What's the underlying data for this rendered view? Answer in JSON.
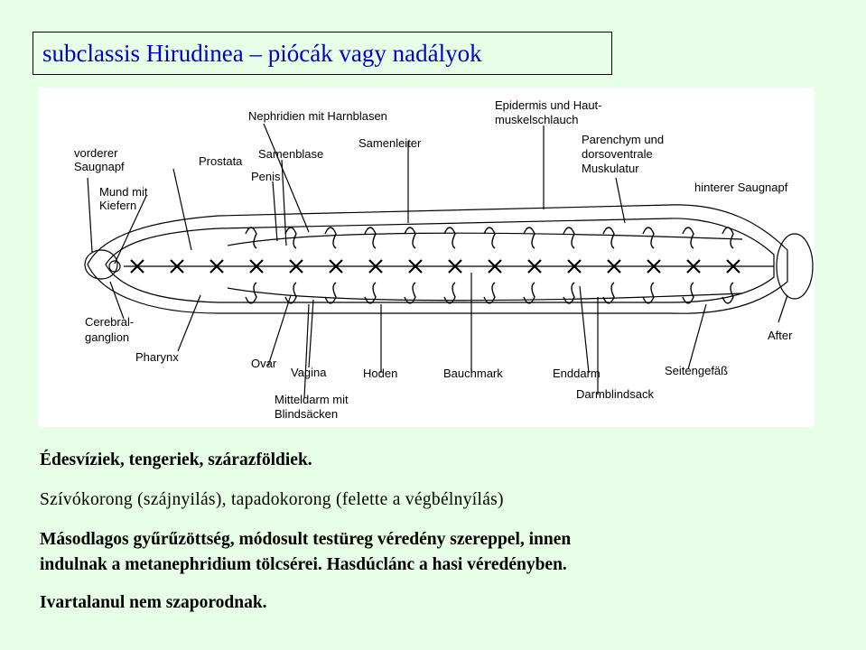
{
  "title": "subclassis Hirudinea – piócák vagy nadályok",
  "diagram_labels": {
    "vorderer": "vorderer",
    "saugnapf": "Saugnapf",
    "prostata": "Prostata",
    "nephridien": "Nephridien mit Harnblasen",
    "samenblase": "Samenblase",
    "penis": "Penis",
    "samenleiter": "Samenleiter",
    "epidermis1": "Epidermis und Haut-",
    "epidermis2": "muskelschlauch",
    "parenchym1": "Parenchym und",
    "parenchym2": "dorsoventrale",
    "parenchym3": "Muskulatur",
    "hinterer": "hinterer Saugnapf",
    "mund1": "Mund mit",
    "mund2": "Kiefern",
    "cerebral1": "Cerebral-",
    "cerebral2": "ganglion",
    "pharynx": "Pharynx",
    "ovar": "Ovar",
    "vagina": "Vagina",
    "hoden": "Hoden",
    "bauchmark": "Bauchmark",
    "enddarm": "Enddarm",
    "seitengefass": "Seitengefäß",
    "after": "After",
    "darmblindsack": "Darmblindsack",
    "mitteldarm1": "Mitteldarm mit",
    "mitteldarm2": "Blindsäcken"
  },
  "text_lines": [
    "Édesvíziek, tengeriek, szárazföldiek.",
    "Szívókorong (szájnyilás), tapadokorong (felette a végbélnyílás)",
    "Másodlagos gyűrűzöttség, módosult testüreg véredény szereppel, innen",
    "indulnak  a metanephridium tölcsérei. Hasdúclánc a hasi véredényben.",
    "Ivartalanul nem szaporodnak."
  ],
  "colors": {
    "title": "#0000cc",
    "background": "#e6ffe6"
  }
}
